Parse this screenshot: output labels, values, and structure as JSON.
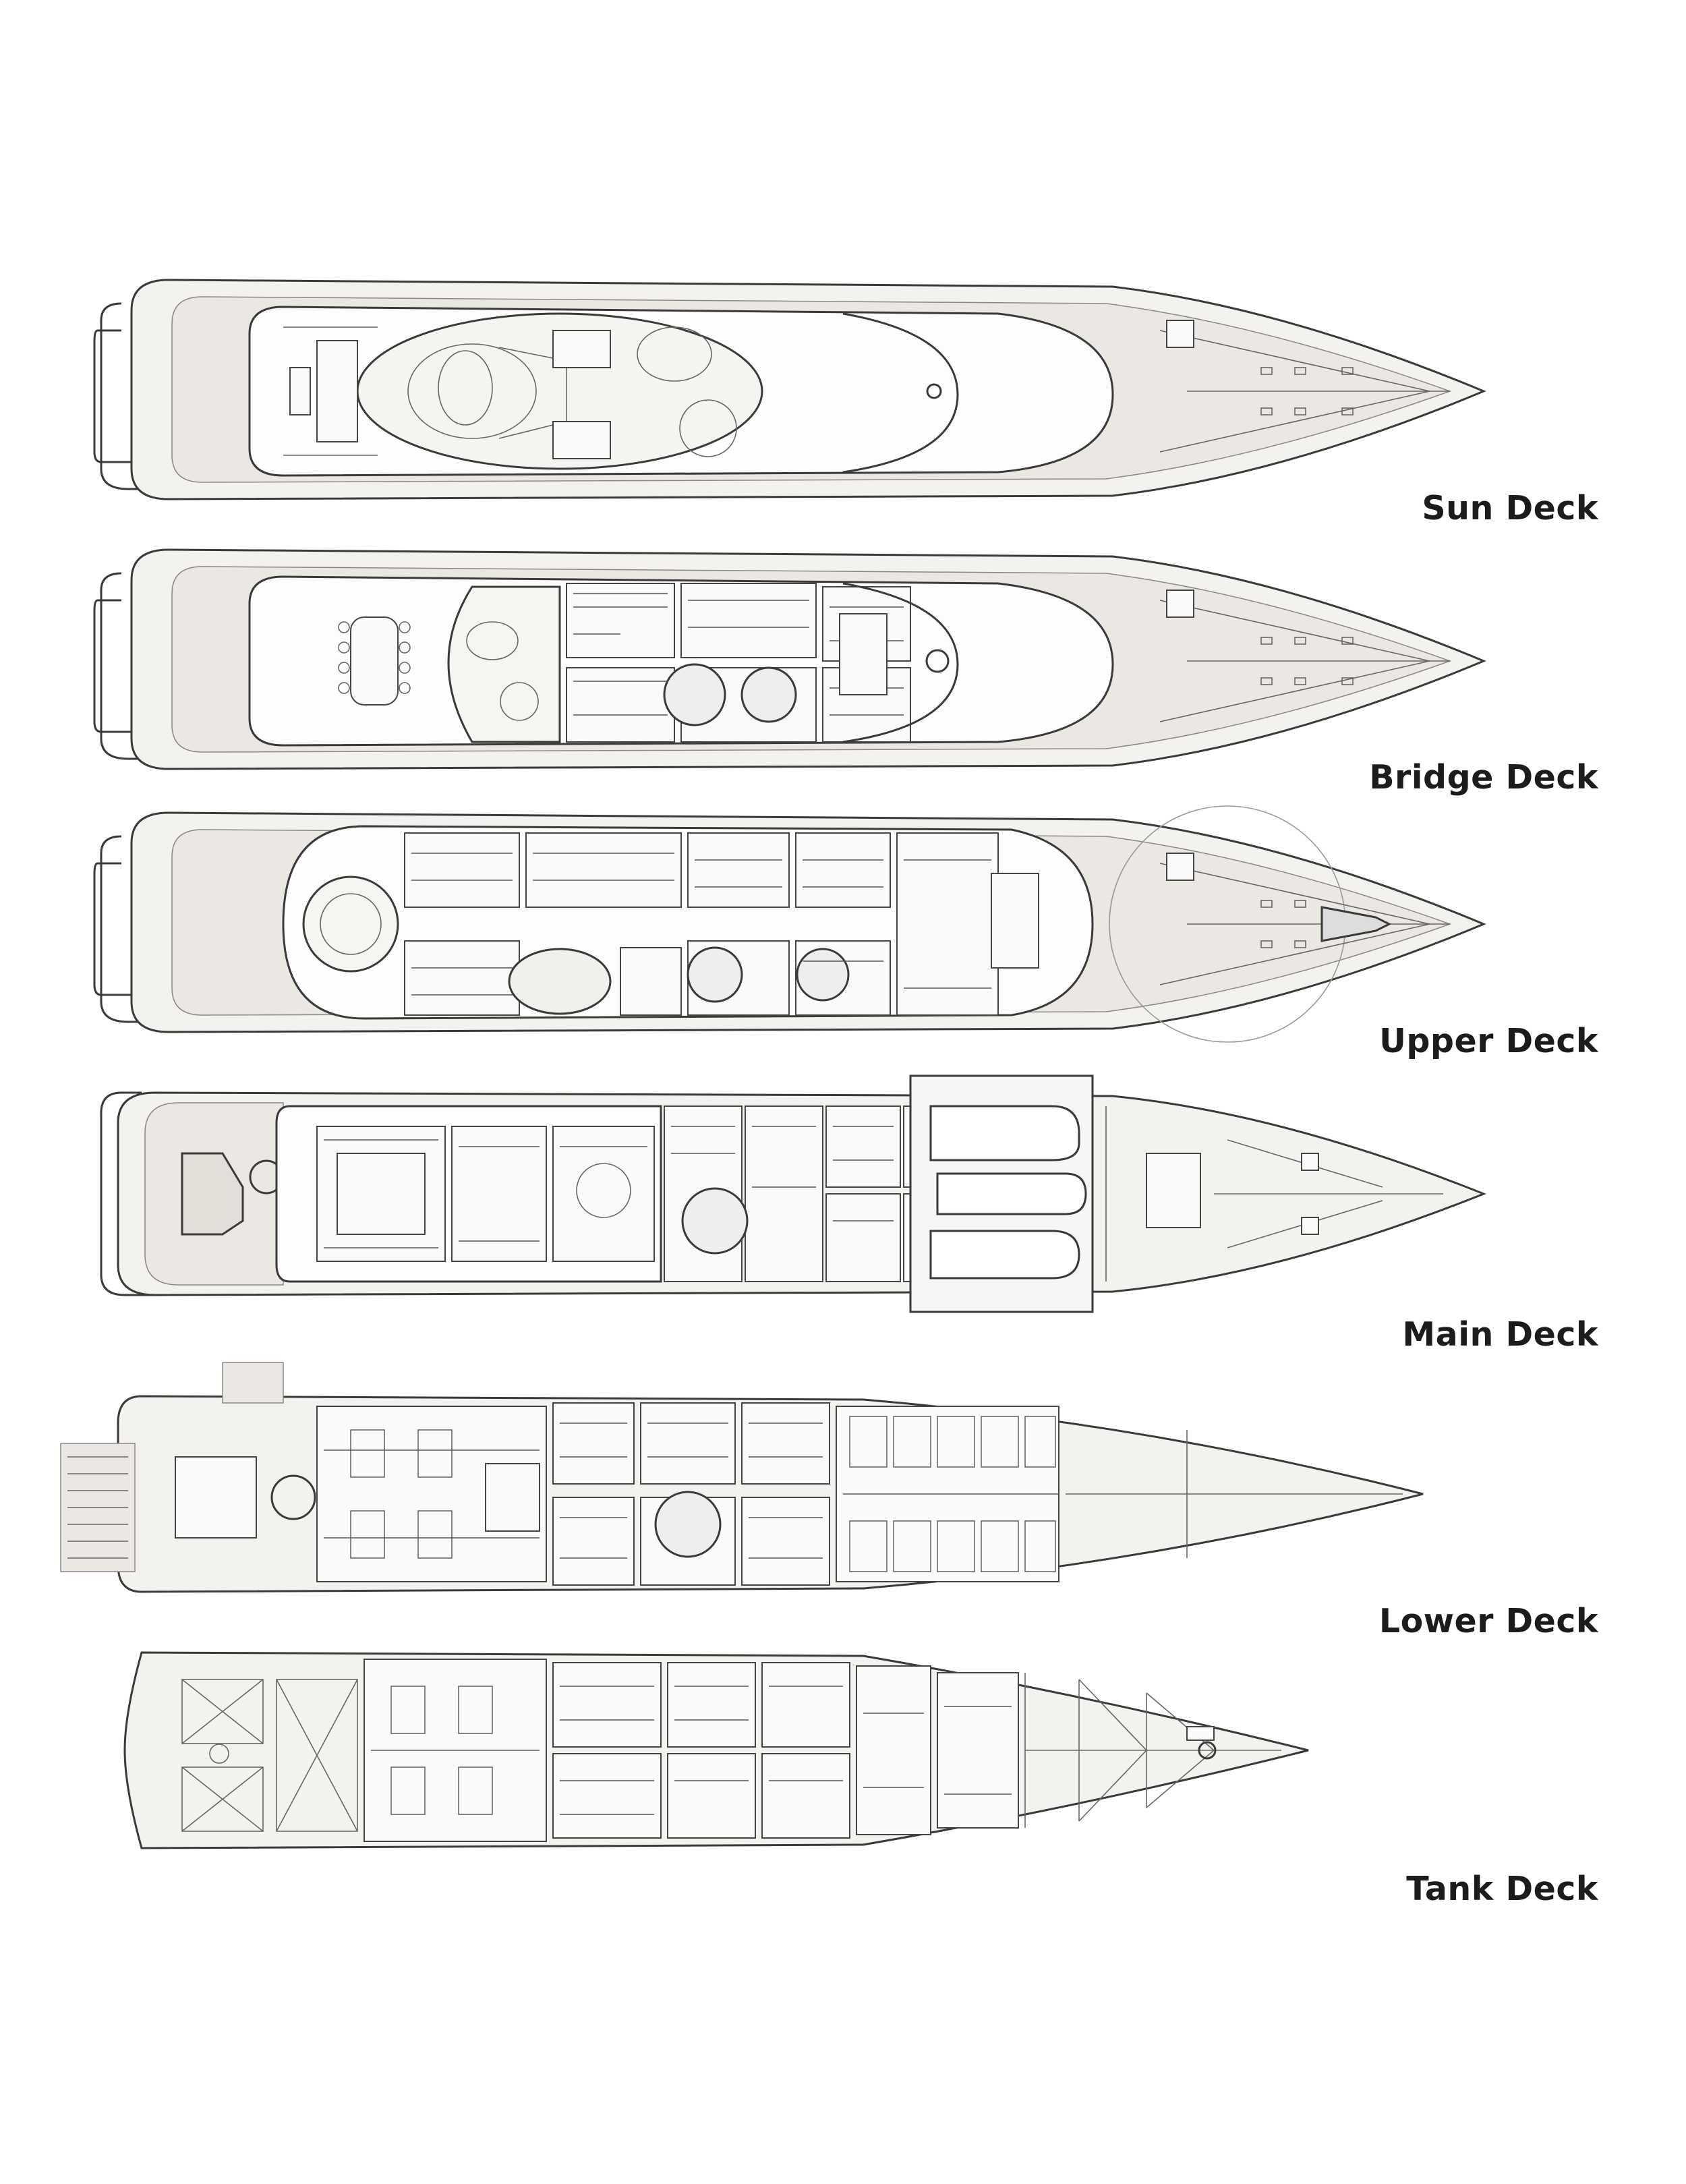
{
  "decks": [
    {
      "id": "sun",
      "label": "Sun Deck"
    },
    {
      "id": "bridge",
      "label": "Bridge Deck"
    },
    {
      "id": "upper",
      "label": "Upper Deck"
    },
    {
      "id": "main",
      "label": "Main Deck"
    },
    {
      "id": "lower",
      "label": "Lower Deck"
    },
    {
      "id": "tank",
      "label": "Tank Deck"
    }
  ]
}
